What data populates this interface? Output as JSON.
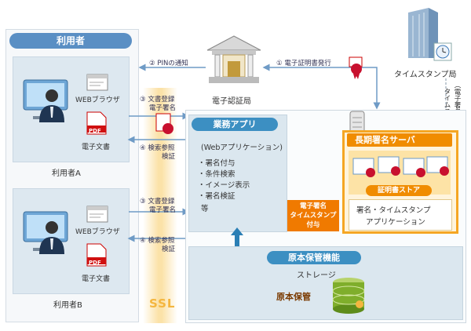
{
  "users": {
    "title": "利用者",
    "user_a": {
      "browser": "WEBブラウザ",
      "pdf": "PDF",
      "doc": "電子文書",
      "name": "利用者A"
    },
    "user_b": {
      "browser": "WEBブラウザ",
      "pdf": "PDF",
      "doc": "電子文書",
      "name": "利用者B"
    }
  },
  "flows": {
    "pin_notice": "② PINの通知",
    "cert_issue": "① 電子証明書発行",
    "a_register_1": "③ 文書登録",
    "a_register_2": "電子署名",
    "a_search_1": "④ 検索参照",
    "a_search_2": "検証",
    "b_register_1": "③ 文書登録",
    "b_register_2": "電子署名",
    "b_search_1": "④ 検索参照",
    "b_search_2": "検証",
    "timestamp_vertical": "（電子署名後にタイムスタンプを付与）",
    "timestamp_label": "タイムスタンプ"
  },
  "ca": {
    "name": "電子認証局"
  },
  "tsa": {
    "name": "タイムスタンプ局"
  },
  "ssl": "SSL",
  "business_app": {
    "title": "業務アプリ",
    "subtitle": "(Webアプリケーション)",
    "items": [
      "・署名付与",
      "・条件検索",
      "・イメージ表示",
      "・署名検証",
      "等"
    ]
  },
  "long_term_server": {
    "title": "長期署名サーバ",
    "cert_store": "証明書ストア",
    "sign_app_1": "署名・タイムスタンプ",
    "sign_app_2": "アプリケーション"
  },
  "orange_label": [
    "電子署名",
    "タイムスタンプ",
    "付与"
  ],
  "storage": {
    "title": "原本保管機能",
    "subtitle": "ストレージ",
    "original": "原本保管"
  },
  "colors": {
    "blue": "#3c8fc2",
    "orange": "#f08c00",
    "ssl": "#f4b63f"
  }
}
